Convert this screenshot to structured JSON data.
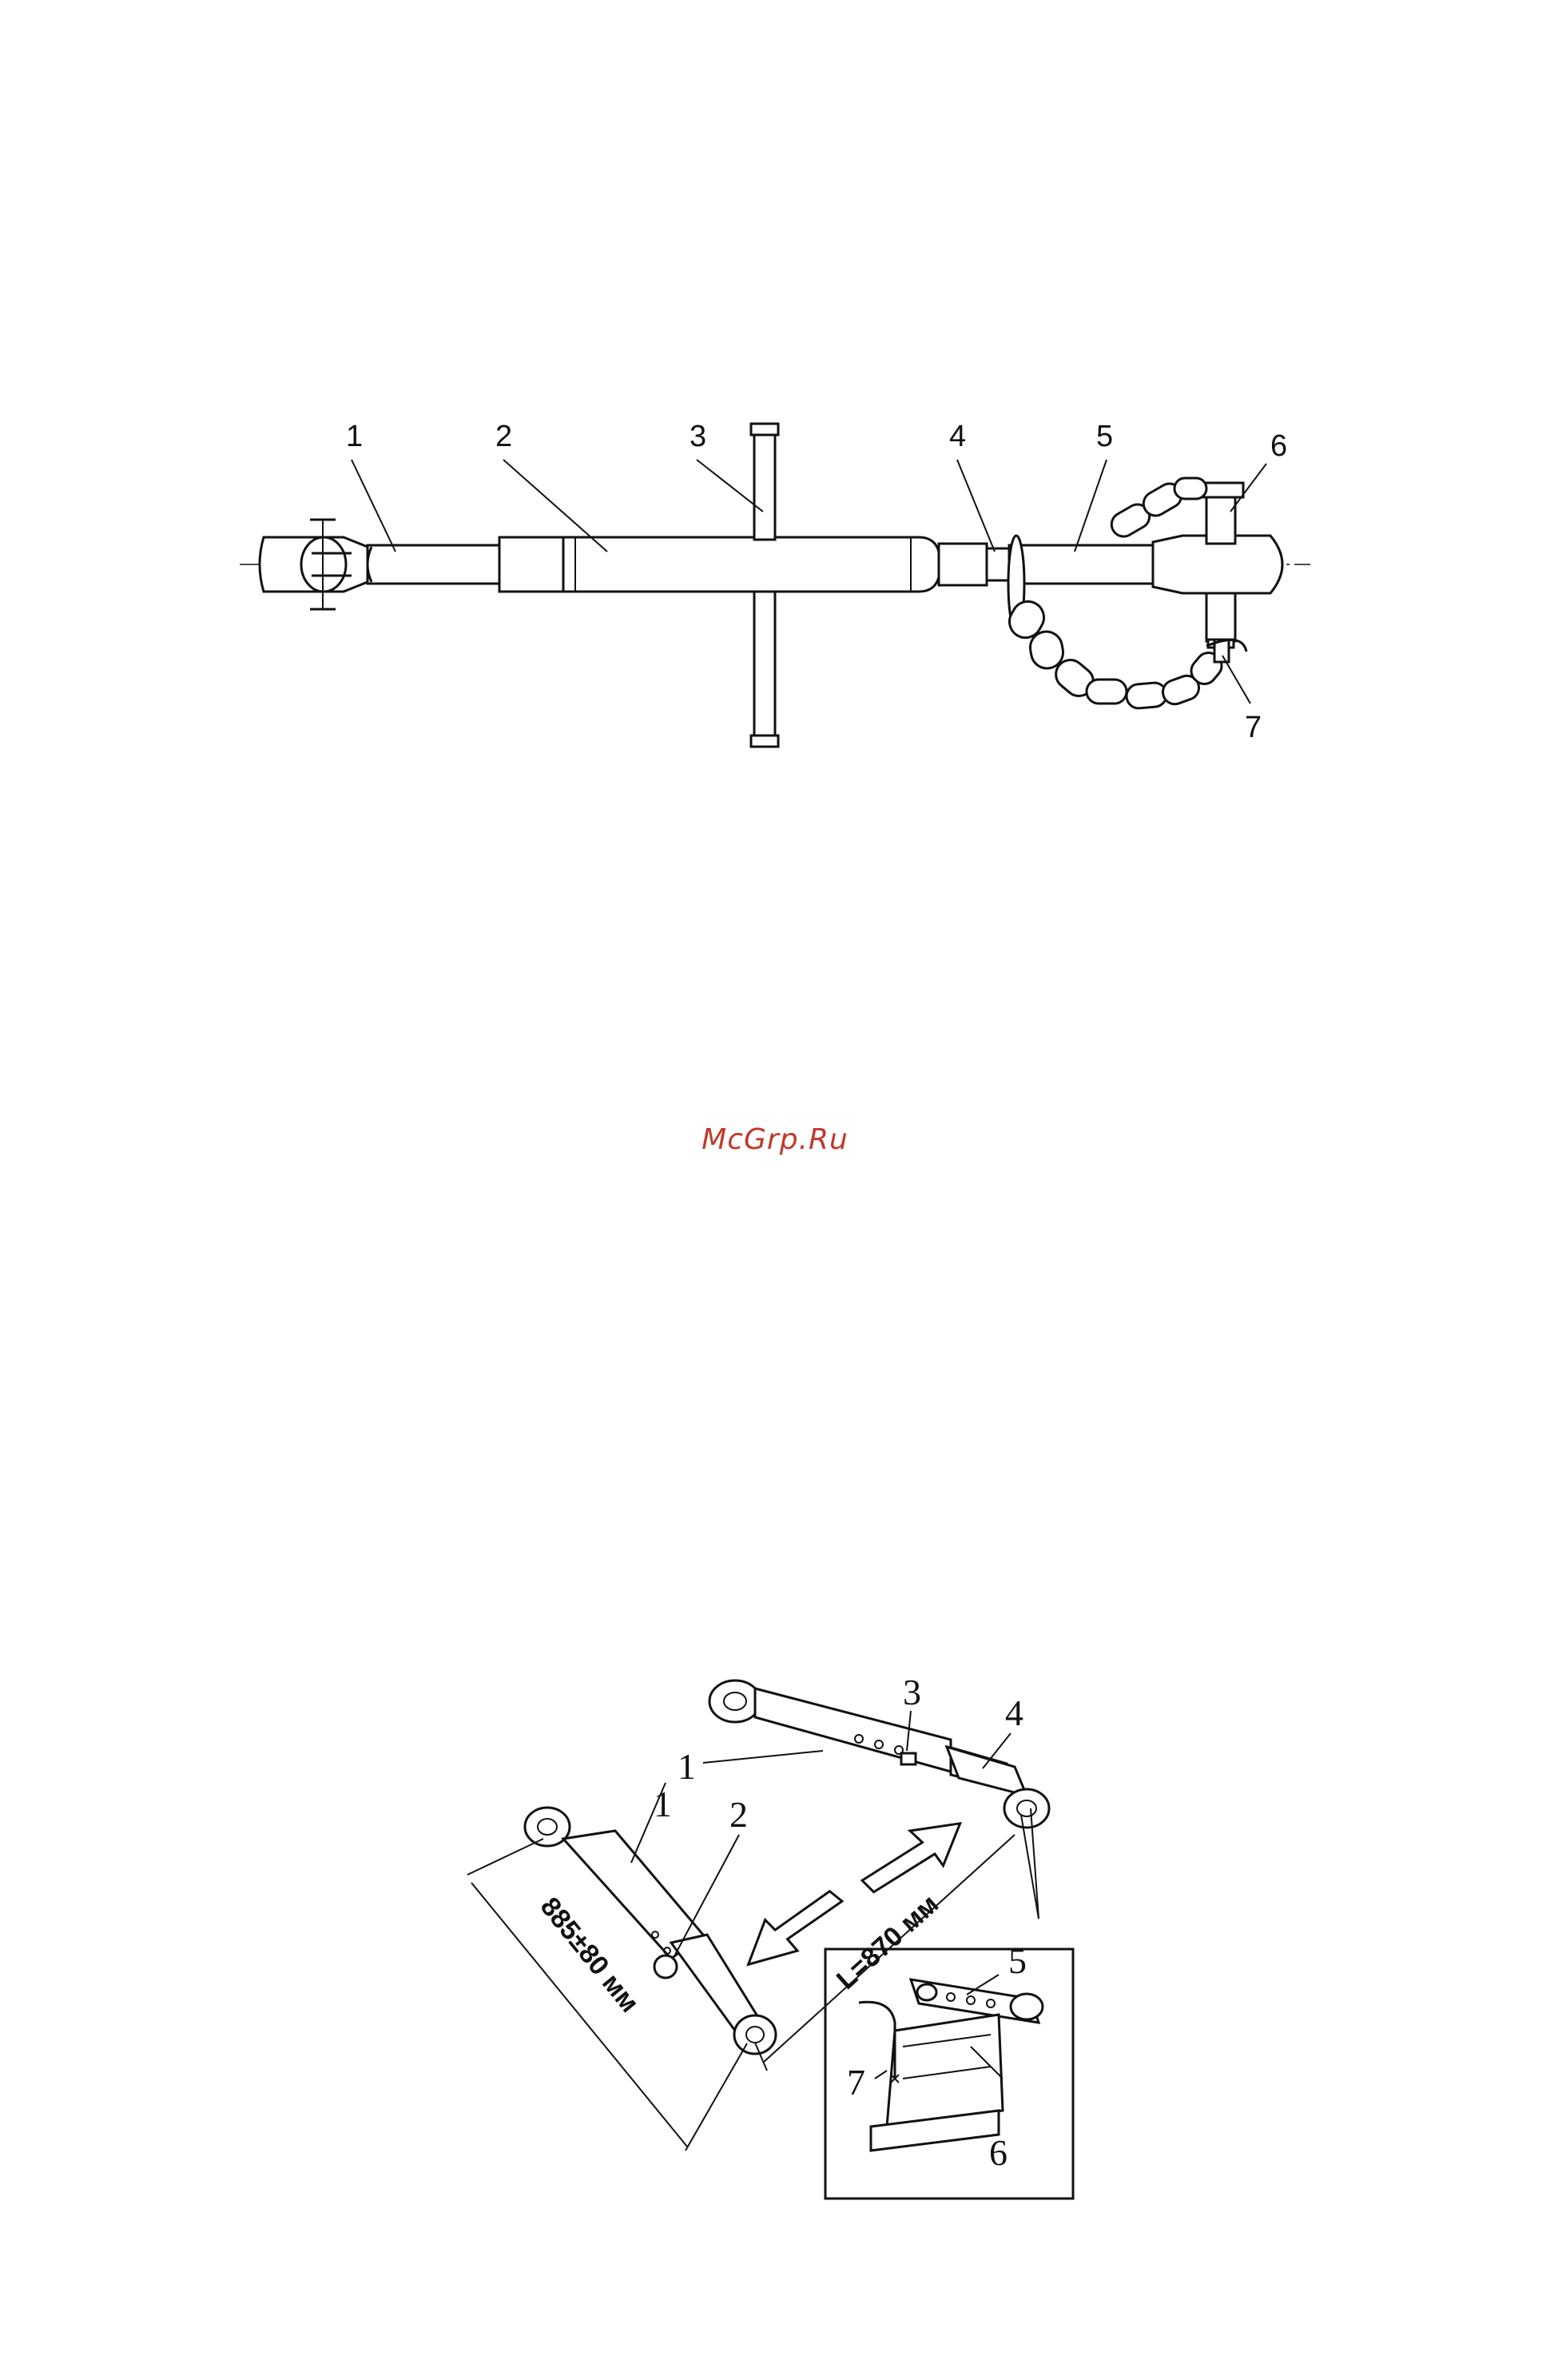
{
  "figure1": {
    "callouts": [
      "1",
      "2",
      "3",
      "4",
      "5",
      "6",
      "7"
    ]
  },
  "watermark": "McGrp.Ru",
  "figure2": {
    "callouts": [
      "1",
      "1",
      "2",
      "3",
      "4",
      "5",
      "5",
      "6",
      "7"
    ],
    "dimension_left": "885±80 мм",
    "dimension_right": "L=870 мм"
  }
}
